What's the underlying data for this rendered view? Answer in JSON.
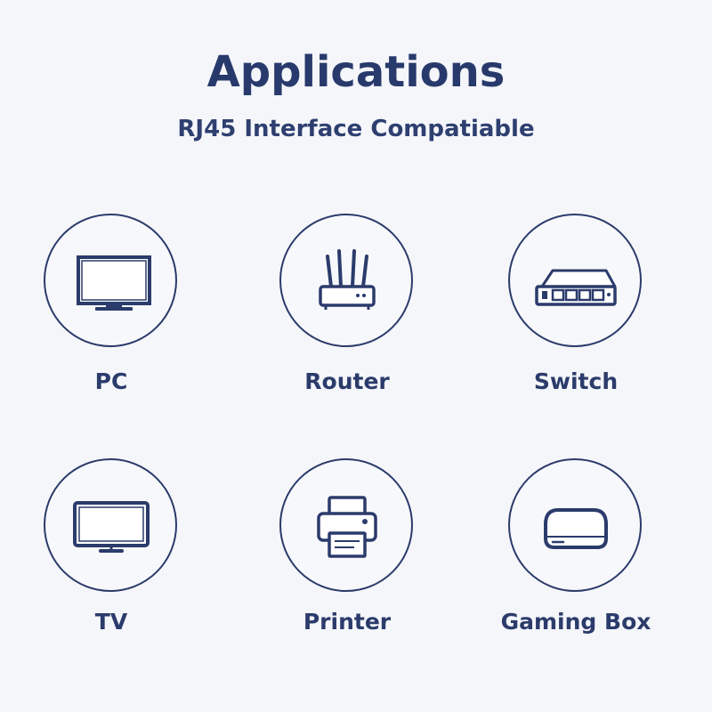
{
  "title": "Applications",
  "subtitle": "RJ45 Interface Compatiable",
  "colors": {
    "background": "#f5f6fa",
    "ink": "#2b3b6b"
  },
  "items": [
    {
      "label": "PC",
      "icon": "monitor-icon"
    },
    {
      "label": "Router",
      "icon": "router-icon"
    },
    {
      "label": "Switch",
      "icon": "network-switch-icon"
    },
    {
      "label": "TV",
      "icon": "tv-icon"
    },
    {
      "label": "Printer",
      "icon": "printer-icon"
    },
    {
      "label": "Gaming Box",
      "icon": "gaming-box-icon"
    }
  ]
}
